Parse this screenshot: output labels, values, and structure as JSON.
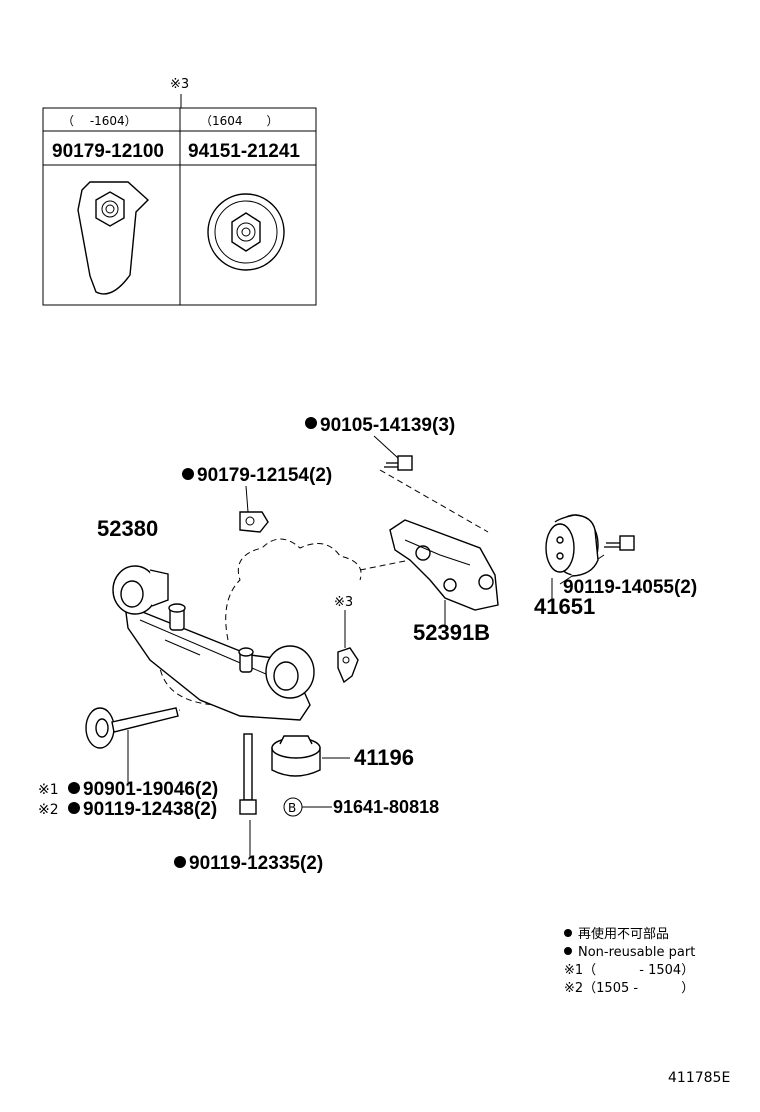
{
  "table": {
    "header_note": "※3",
    "col1_range": "（　 -1604）",
    "col2_range": "（1604　　）",
    "col1_part": "90179-12100",
    "col2_part": "94151-21241"
  },
  "labels": {
    "bolt_top": "90105-14139(3)",
    "nut_top": "90179-12154(2)",
    "member": "52380",
    "bracket": "52391B",
    "damper": "41651",
    "damper_bolt": "90119-14055(2)",
    "note3": "※3",
    "cushion": "41196",
    "bolt_a_prefix": "※1",
    "bolt_a": "90901-19046(2)",
    "bolt_b_prefix": "※2",
    "bolt_b": "90119-12438(2)",
    "b_mark": "B",
    "b_part": "91641-80818",
    "bolt_bottom": "90119-12335(2)"
  },
  "legend": {
    "line1": "再使用不可部品",
    "line2": "Non-reusable part",
    "line3": "※1（　　　 - 1504）",
    "line4": "※2（1505 -　　　 ）"
  },
  "illustration_code": "411785E"
}
